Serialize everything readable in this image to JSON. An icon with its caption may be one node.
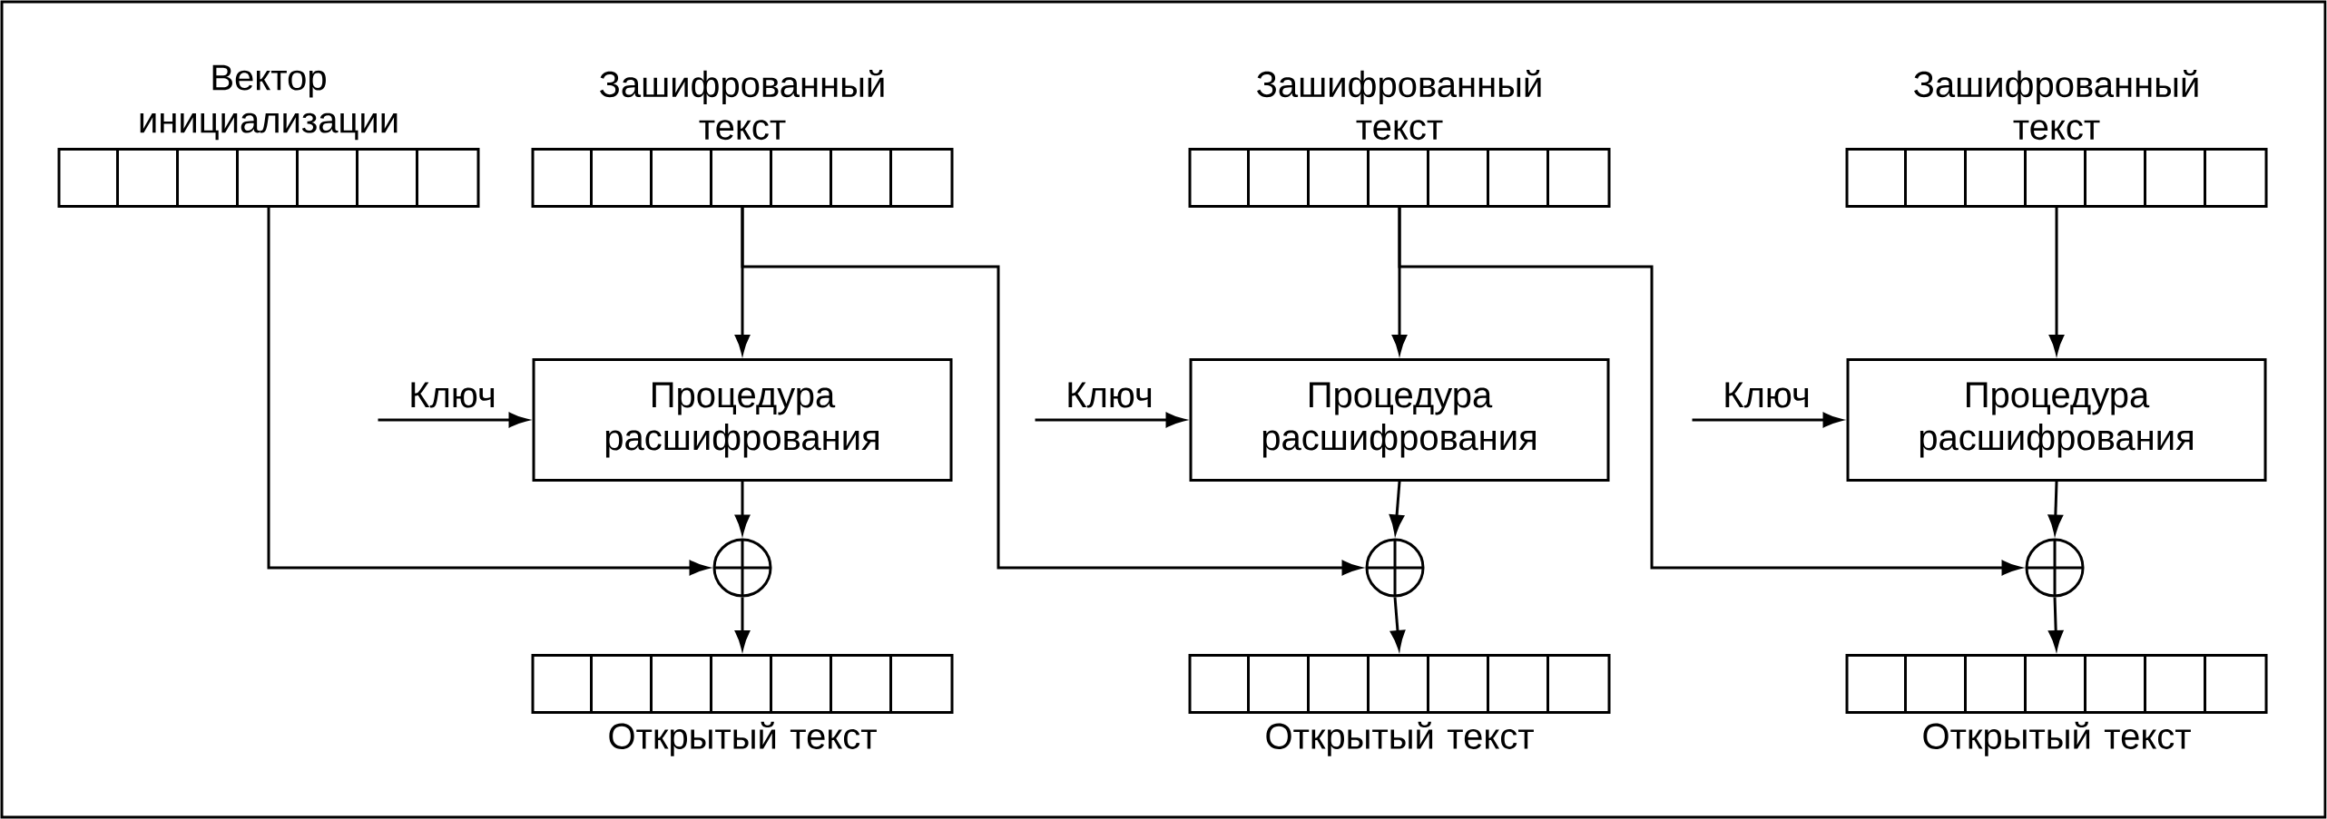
{
  "diagram": {
    "nodes": [
      {
        "text": [
          "Вектор инициализации"
        ]
      },
      {
        "text": [
          "Зашифрованный текст"
        ]
      },
      {
        "text": [
          "Зашифрованный текст"
        ]
      },
      {
        "text": [
          "Зашифрованный текст"
        ]
      },
      {
        "text": [
          "Процедура расшифрования"
        ]
      },
      {
        "text": [
          "Процедура расшифрования"
        ]
      },
      {
        "text": [
          "Процедура расшифрования"
        ]
      },
      {
        "text": [],
        "shape": "circle"
      },
      {
        "text": [],
        "shape": "circle"
      },
      {
        "text": [],
        "shape": "circle"
      },
      {
        "text": [
          "Открытый текст"
        ]
      },
      {
        "text": [
          "Открытый текст"
        ]
      },
      {
        "text": [
          "Открытый текст"
        ]
      }
    ],
    "edges": [
      {
        "from": 0,
        "to": 7,
        "arrow": "to"
      },
      {
        "from": 1,
        "to": 4,
        "arrow": "to"
      },
      {
        "from": 1,
        "to": 8,
        "arrow": "to"
      },
      {
        "from": null,
        "to": 4,
        "arrow": "to",
        "label": "Ключ"
      },
      {
        "from": 4,
        "to": 7,
        "arrow": "to"
      },
      {
        "from": 7,
        "to": 10,
        "arrow": "to"
      },
      {
        "from": 2,
        "to": 5,
        "arrow": "to"
      },
      {
        "from": 2,
        "to": 9,
        "arrow": "to"
      },
      {
        "from": null,
        "to": 5,
        "arrow": "to",
        "label": "Ключ"
      },
      {
        "from": 5,
        "to": 8,
        "arrow": "to"
      },
      {
        "from": 8,
        "to": 11,
        "arrow": "to"
      },
      {
        "from": 3,
        "to": 6,
        "arrow": "to"
      },
      {
        "from": null,
        "to": 6,
        "arrow": "to",
        "label": "Ключ"
      },
      {
        "from": 6,
        "to": 9,
        "arrow": "to"
      },
      {
        "from": 9,
        "to": 12,
        "arrow": "to"
      }
    ]
  }
}
